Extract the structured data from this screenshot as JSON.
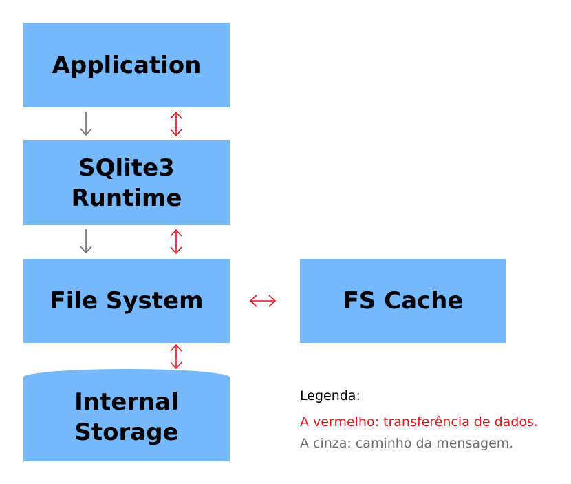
{
  "nodes": {
    "application": "Application",
    "sqlite_runtime": "SQlite3\nRuntime",
    "file_system": "File System",
    "fs_cache": "FS Cache",
    "internal_storage": "Internal\nStorage"
  },
  "legend": {
    "title": "Legenda",
    "colon": ":",
    "red": "A vermelho: transferência de dados.",
    "gray": "A cinza: caminho da mensagem."
  },
  "colors": {
    "box": "#75b8fc",
    "data_transfer": "#e8141a",
    "message_path": "#6b6b6b"
  }
}
